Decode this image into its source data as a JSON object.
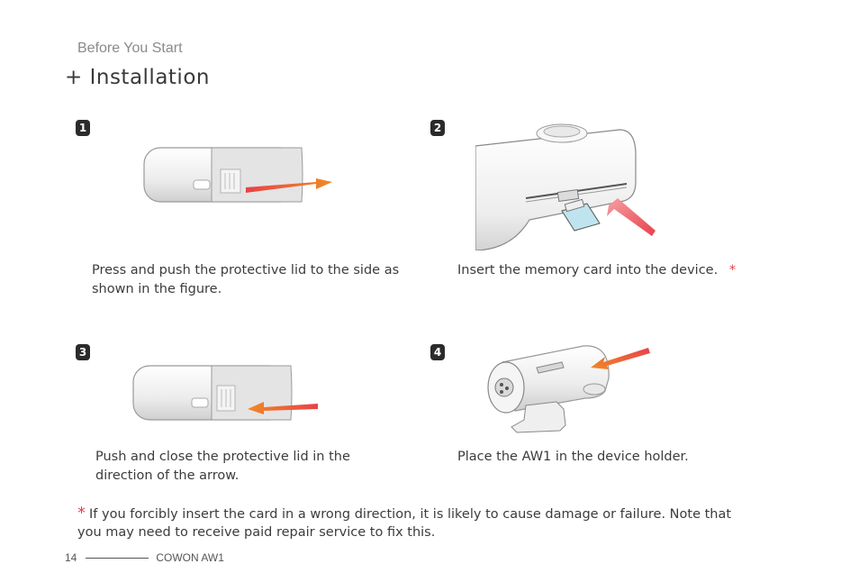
{
  "header": {
    "section": "Before You Start",
    "title": "+ Installation"
  },
  "steps": [
    {
      "number": "1",
      "caption": "Press and push the protective lid to the side as shown in the figure.",
      "icon": "lid-open-illustration"
    },
    {
      "number": "2",
      "caption": "Insert the memory card into the device.",
      "asterisk": "*",
      "icon": "memory-card-illustration"
    },
    {
      "number": "3",
      "caption": "Push and close the protective lid in the direction of the arrow.",
      "icon": "lid-close-illustration"
    },
    {
      "number": "4",
      "caption": "Place the AW1 in the device holder.",
      "icon": "device-holder-illustration"
    }
  ],
  "note": {
    "star": "*",
    "text": "If you forcibly insert the card in a wrong direction, it is likely to cause damage or failure. Note that you may need to receive paid repair service to fix this."
  },
  "footer": {
    "page_number": "14",
    "product": "COWON AW1"
  },
  "colors": {
    "badge": "#2b2b2b",
    "arrow_orange": "#f08a24",
    "arrow_red": "#e8414a",
    "asterisk": "#e8414a"
  }
}
